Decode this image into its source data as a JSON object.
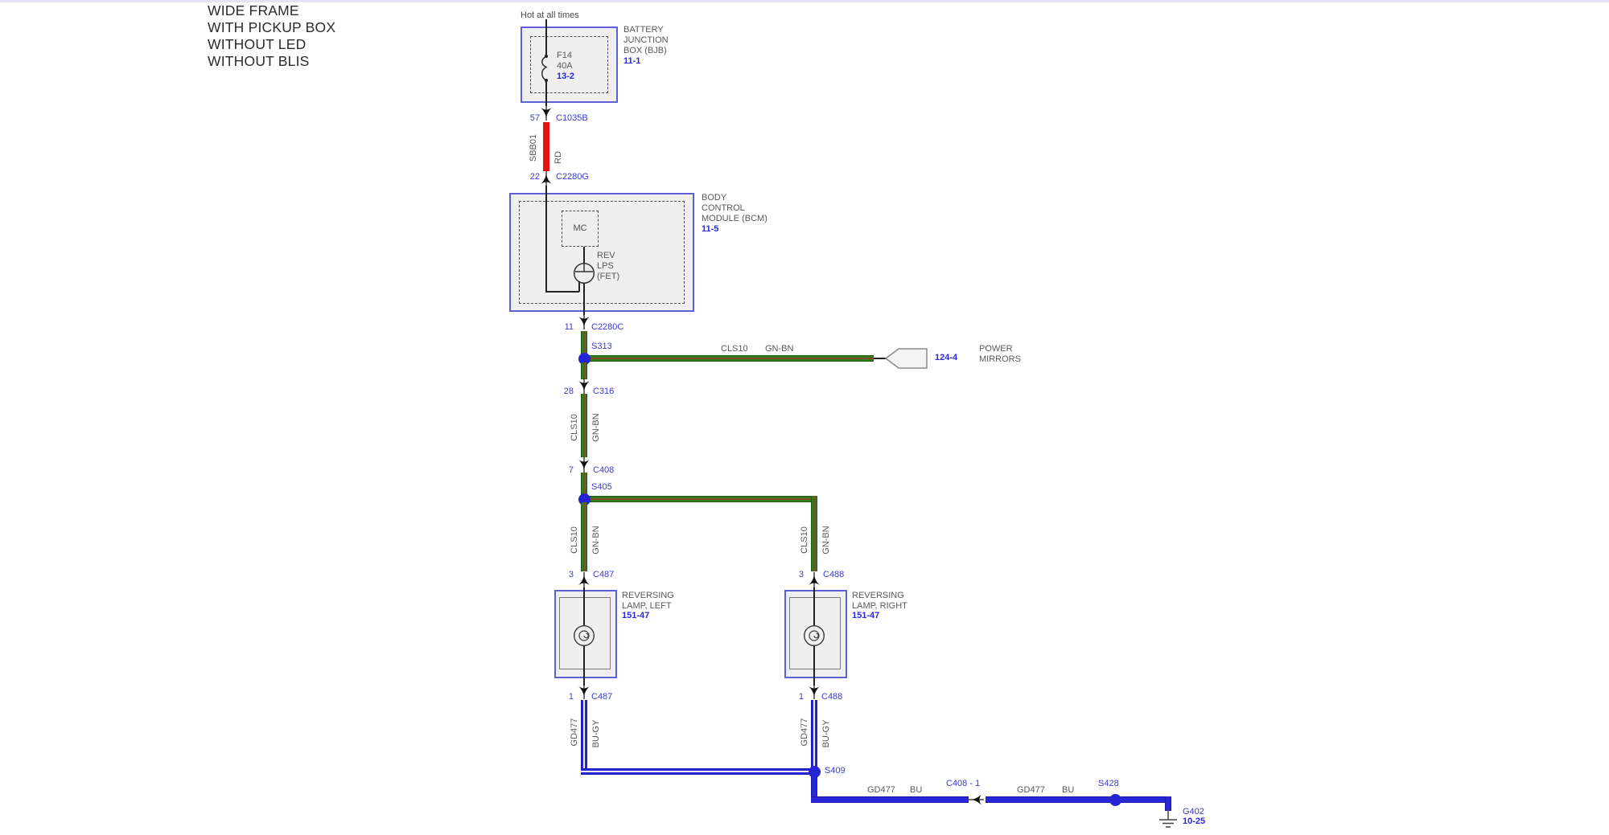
{
  "page": {
    "variant_lines": [
      "WIDE FRAME",
      "WITH PICKUP BOX",
      "WITHOUT LED",
      "WITHOUT BLIS"
    ],
    "hot_at_all_times": "Hot at all times"
  },
  "colors": {
    "wire_green": "#2e7d1f",
    "wire_green_stripe": "#8a4426",
    "wire_blue": "#2525d6",
    "wire_blue_stripe": "#f2f2f2",
    "wire_red": "#e41212",
    "ref_blue": "#2828d8",
    "label_blue": "#3a3ad2",
    "box_border": "#6060d6",
    "box_fill": "#efefef",
    "text_gray": "#585858"
  },
  "bjb": {
    "fuse_id": "F14",
    "fuse_rating": "40A",
    "fuse_page_ref": "13-2",
    "label_lines": [
      "BATTERY",
      "JUNCTION",
      "BOX (BJB)"
    ],
    "page_ref": "11-1"
  },
  "bcm": {
    "mc_label": "MC",
    "fet_lines": [
      "REV",
      "LPS",
      "(FET)"
    ],
    "label_lines": [
      "BODY",
      "CONTROL",
      "MODULE (BCM)"
    ],
    "page_ref": "11-5"
  },
  "power_mirrors": {
    "page_ref": "124-4",
    "label_lines": [
      "POWER",
      "MIRRORS"
    ]
  },
  "lamps": {
    "left": {
      "label_lines": [
        "REVERSING",
        "LAMP, LEFT"
      ],
      "page_ref": "151-47"
    },
    "right": {
      "label_lines": [
        "REVERSING",
        "LAMP, RIGHT"
      ],
      "page_ref": "151-47"
    }
  },
  "ground": {
    "id": "G402",
    "page_ref": "10-25"
  },
  "splices": {
    "s313": "S313",
    "s405": "S405",
    "s409": "S409",
    "s428": "S428"
  },
  "connectors": {
    "c1035b": {
      "pin": "57",
      "name": "C1035B"
    },
    "c2280g": {
      "pin": "22",
      "name": "C2280G"
    },
    "c2280c": {
      "pin": "11",
      "name": "C2280C"
    },
    "c316": {
      "pin": "28",
      "name": "C316"
    },
    "c408": {
      "pin": "7",
      "name": "C408"
    },
    "c487_lamp_in": {
      "pin": "3",
      "name": "C487"
    },
    "c488_lamp_in": {
      "pin": "3",
      "name": "C488"
    },
    "c487_lamp_out": {
      "pin": "1",
      "name": "C487"
    },
    "c488_lamp_out": {
      "pin": "1",
      "name": "C488"
    },
    "c408_inline": {
      "name": "C408 - 1"
    }
  },
  "wire_labels": {
    "sbb01": {
      "circuit": "SBB01",
      "color": "RD"
    },
    "cls10_mirrors": {
      "circuit": "CLS10",
      "color": "GN-BN"
    },
    "cls10_mid": {
      "circuit": "CLS10",
      "color": "GN-BN"
    },
    "cls10_left": {
      "circuit": "CLS10",
      "color": "GN-BN"
    },
    "cls10_right": {
      "circuit": "CLS10",
      "color": "GN-BN"
    },
    "gd477_left": {
      "circuit": "GD477",
      "color": "BU-GY"
    },
    "gd477_right": {
      "circuit": "GD477",
      "color": "BU-GY"
    },
    "gd477_run1": {
      "circuit": "GD477",
      "color": "BU"
    },
    "gd477_run2": {
      "circuit": "GD477",
      "color": "BU"
    }
  }
}
